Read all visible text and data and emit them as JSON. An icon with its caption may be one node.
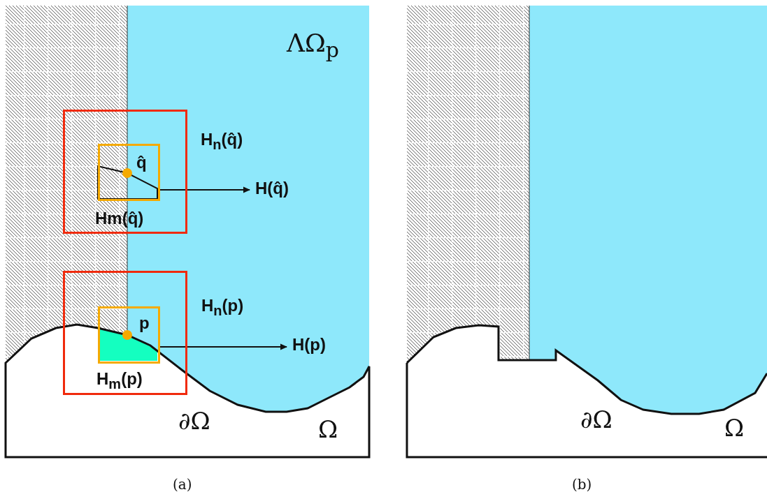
{
  "diagram": {
    "nodes": [
      {
        "text": [
          "H$_{n}$(q̂)"
        ]
      },
      {
        "text": [
          "q̂",
          "Hm(q̂)"
        ],
        "in": 0
      },
      {
        "text": [
          "H(q̂)"
        ]
      },
      {
        "text": [
          "H$_{n}$(p)"
        ]
      },
      {
        "text": [
          "p",
          "H$_{m}$(p)"
        ],
        "in": 3
      },
      {
        "text": [
          "H(p)"
        ]
      }
    ],
    "edges": [
      {
        "from": 1,
        "to": 2,
        "arrow": "to"
      },
      {
        "from": 4,
        "to": 5,
        "arrow": "to"
      }
    ],
    "labels": [
      "ΛΩ$_{p}$",
      "∂Ω",
      "Ω",
      "(a)",
      "∂Ω",
      "Ω",
      "(b)"
    ]
  }
}
